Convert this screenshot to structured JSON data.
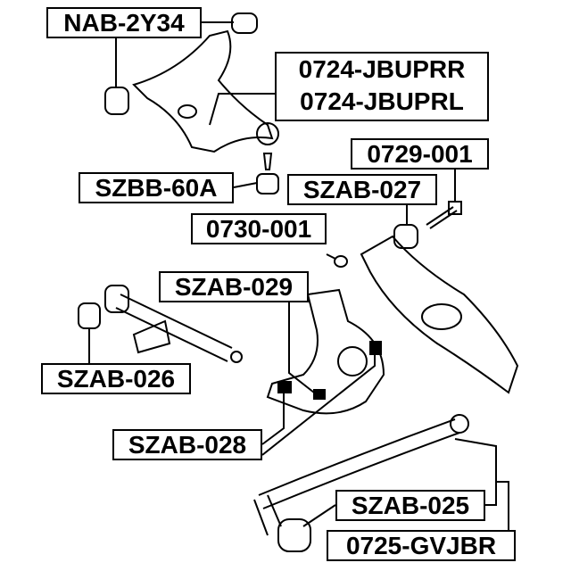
{
  "diagram": {
    "title": "Rear suspension parts",
    "colors": {
      "ink": "#000000",
      "background": "#ffffff"
    },
    "labels": {
      "nab_2y34": "NAB-2Y34",
      "upper_arm_r": "0724-JBUPRR",
      "upper_arm_l": "0724-JBUPRL",
      "szbb_60a": "SZBB-60A",
      "bolt_0729": "0729-001",
      "szab_027": "SZAB-027",
      "washer_0730": "0730-001",
      "szab_029": "SZAB-029",
      "szab_026": "SZAB-026",
      "szab_028": "SZAB-028",
      "szab_025": "SZAB-025",
      "arm_0725": "0725-GVJBR"
    }
  }
}
